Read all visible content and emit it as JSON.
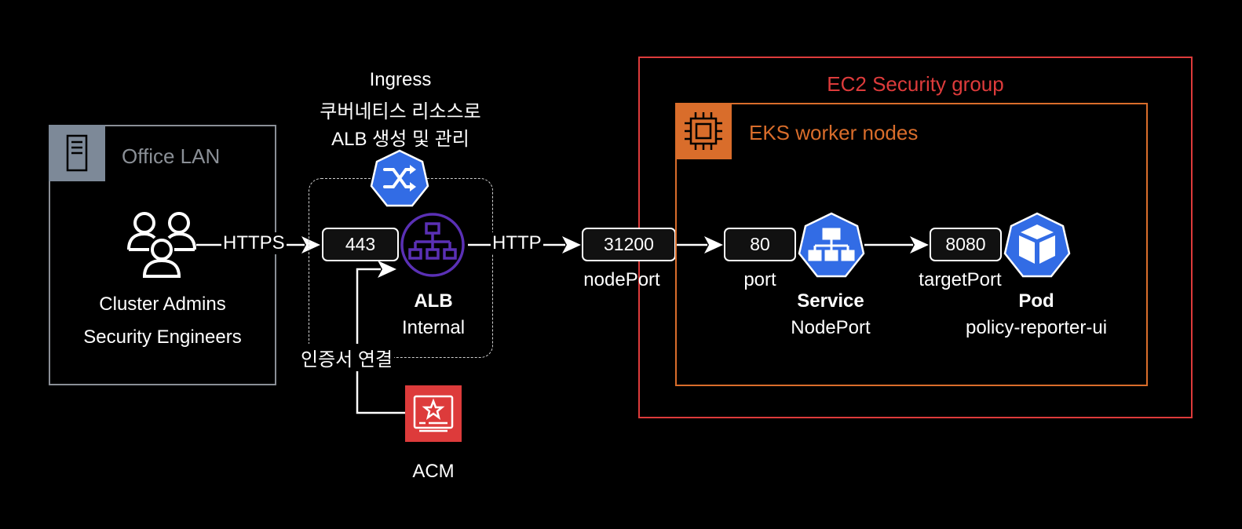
{
  "groups": {
    "office": {
      "title": "Office LAN"
    },
    "security_group": {
      "title": "EC2 Security group"
    },
    "eks": {
      "title": "EKS worker nodes"
    }
  },
  "users": {
    "line1": "Cluster Admins",
    "line2": "Security Engineers"
  },
  "ingress": {
    "title": "Ingress",
    "desc_line1": "쿠버네티스 리소스로",
    "desc_line2": "ALB 생성 및 관리"
  },
  "alb": {
    "name": "ALB",
    "type": "Internal",
    "port": "443"
  },
  "acm": {
    "name": "ACM",
    "edge_label": "인증서 연결"
  },
  "node": {
    "port": "31200",
    "port_label": "nodePort"
  },
  "service": {
    "name": "Service",
    "type": "NodePort",
    "port": "80",
    "port_label": "port"
  },
  "pod": {
    "name": "Pod",
    "app": "policy-reporter-ui",
    "port": "8080",
    "port_label": "targetPort"
  },
  "edges": {
    "https": "HTTPS",
    "http": "HTTP"
  },
  "colors": {
    "office": "#8a8f96",
    "security_group": "#dd3b3b",
    "eks": "#d96d2b",
    "k8s_blue": "#326ce5",
    "alb_purple": "#5a30b5",
    "acm_red": "#dd3b3b"
  },
  "icons": {
    "office": "server-icon",
    "users": "users-icon",
    "ingress": "k8s-ingress-icon",
    "alb": "alb-icon",
    "acm": "acm-certificate-icon",
    "eks": "chip-icon",
    "service": "k8s-service-icon",
    "pod": "k8s-pod-icon"
  }
}
